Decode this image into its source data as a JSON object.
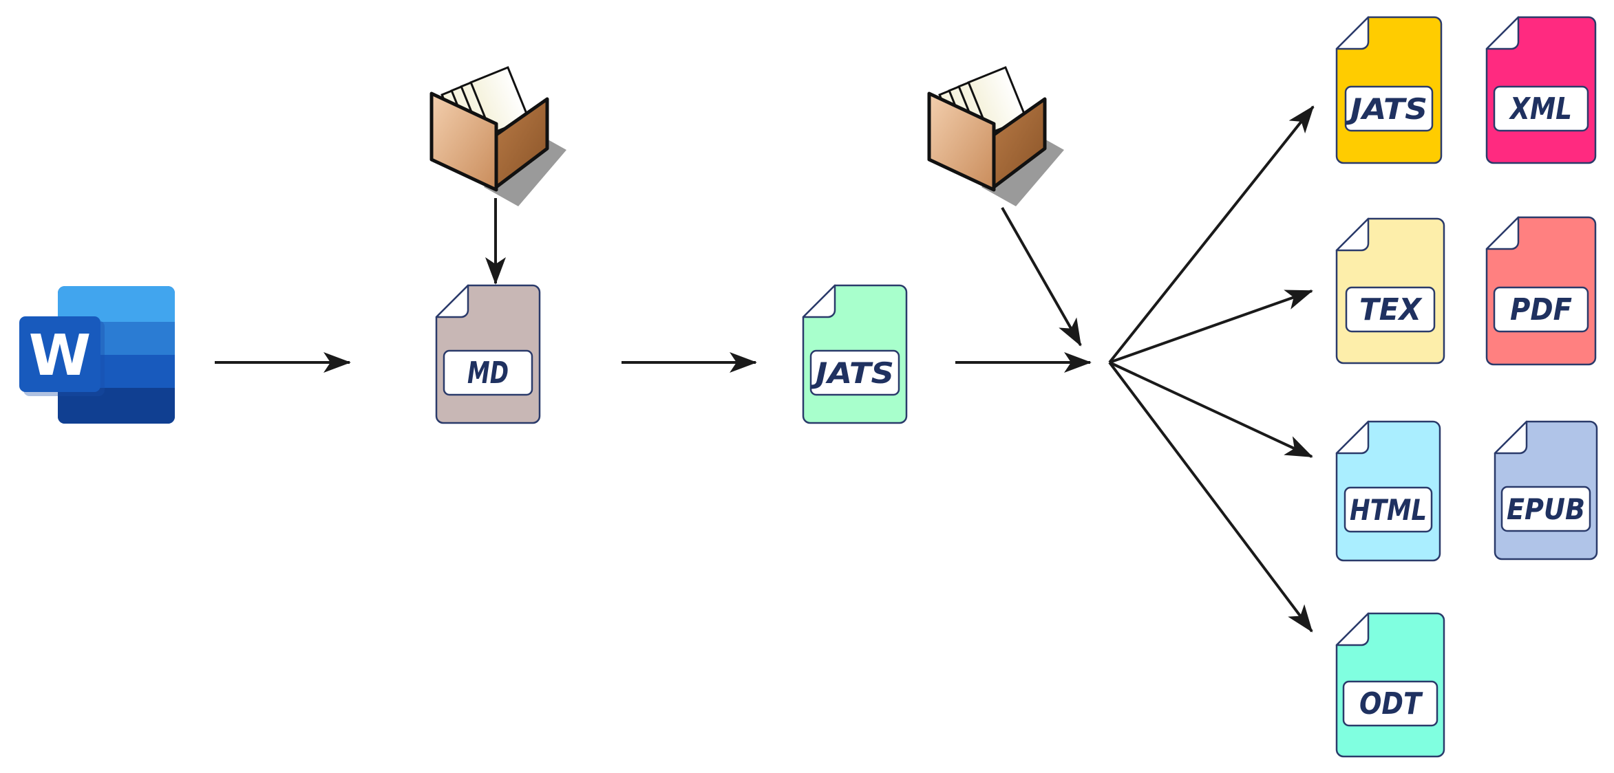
{
  "nodes": {
    "source": {
      "icon": "microsoft-word-icon",
      "letter": "W"
    },
    "file_box_1": {
      "icon": "file-box-icon"
    },
    "file_box_2": {
      "icon": "file-box-icon"
    },
    "md": {
      "label": "MD",
      "color": "#c8b7b5"
    },
    "jats_mid": {
      "label": "JATS",
      "color": "#a8ffcc"
    }
  },
  "outputs": [
    {
      "label": "JATS",
      "color": "#ffcc00"
    },
    {
      "label": "XML",
      "color": "#ff2a80"
    },
    {
      "label": "TEX",
      "color": "#fdeeaa"
    },
    {
      "label": "PDF",
      "color": "#ff8080"
    },
    {
      "label": "HTML",
      "color": "#aaeeff"
    },
    {
      "label": "EPUB",
      "color": "#b0c4e8"
    },
    {
      "label": "ODT",
      "color": "#80ffe0"
    }
  ],
  "colors": {
    "doc_border": "#2a3a6a",
    "label_text": "#1f3160",
    "arrow": "#1a1a1a"
  }
}
